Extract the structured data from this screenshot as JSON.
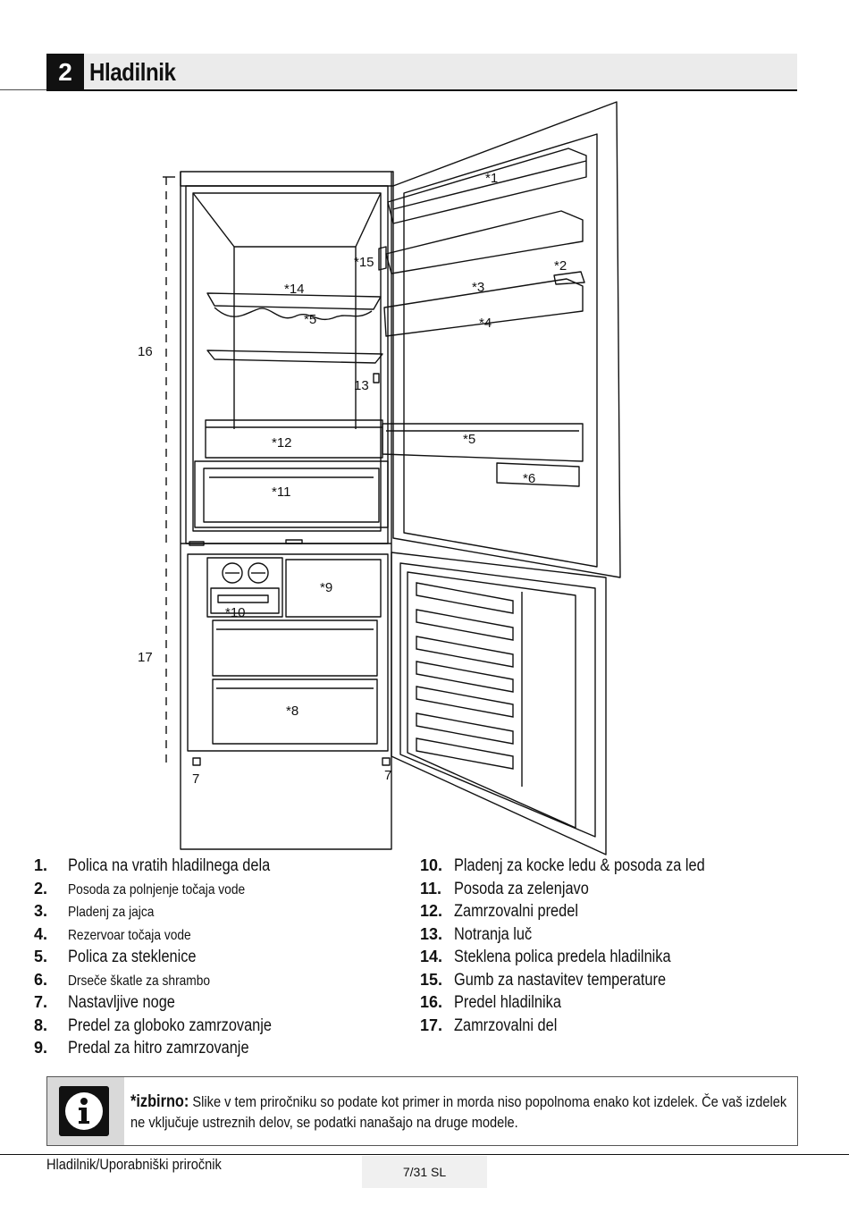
{
  "header": {
    "chapter_number": "2",
    "title": "Hladilnik"
  },
  "diagram": {
    "callouts": {
      "c1": "*1",
      "c2": "*2",
      "c3": "*3",
      "c4": "*4",
      "c5_door": "*5",
      "c6": "*6",
      "c14": "*14",
      "c15": "*15",
      "c5_shelf": "*5",
      "c13": "13",
      "c12": "*12",
      "c11": "*11",
      "c9": "*9",
      "c10": "*10",
      "c8": "*8",
      "c16": "16",
      "c17": "17",
      "c7_left": "7",
      "c7_right": "7"
    }
  },
  "parts_left": [
    {
      "num": "1.",
      "text": "Polica na vratih hladilnega dela"
    },
    {
      "num": "2.",
      "text": "Posoda za polnjenje točaja vode"
    },
    {
      "num": "3.",
      "text": "Pladenj za jajca"
    },
    {
      "num": "4.",
      "text": "Rezervoar točaja vode"
    },
    {
      "num": "5.",
      "text": "Polica za steklenice"
    },
    {
      "num": "6.",
      "text": "Drseče škatle za shrambo"
    },
    {
      "num": "7.",
      "text": "Nastavljive noge"
    },
    {
      "num": "8.",
      "text": "Predel za globoko zamrzovanje"
    },
    {
      "num": "9.",
      "text": "Predal za hitro zamrzovanje"
    }
  ],
  "parts_right": [
    {
      "num": "10.",
      "text": "Pladenj za kocke ledu & posoda za led"
    },
    {
      "num": "11.",
      "text": "Posoda za zelenjavo"
    },
    {
      "num": "12.",
      "text": "Zamrzovalni predel"
    },
    {
      "num": "13.",
      "text": "Notranja luč"
    },
    {
      "num": "14.",
      "text": "Steklena polica predela hladilnika"
    },
    {
      "num": "15.",
      "text": "Gumb za nastavitev temperature"
    },
    {
      "num": "16.",
      "text": "Predel hladilnika"
    },
    {
      "num": "17.",
      "text": "Zamrzovalni del"
    }
  ],
  "info": {
    "lead": "*izbirno:",
    "text": "Slike v tem priročniku so podate kot primer in morda niso popolnoma enako kot izdelek. Če vaš izdelek ne vključuje ustreznih delov, se podatki nanašajo na druge modele."
  },
  "footer": {
    "left": "Hladilnik/Uporabniški priročnik",
    "page": "7/31 SL"
  }
}
